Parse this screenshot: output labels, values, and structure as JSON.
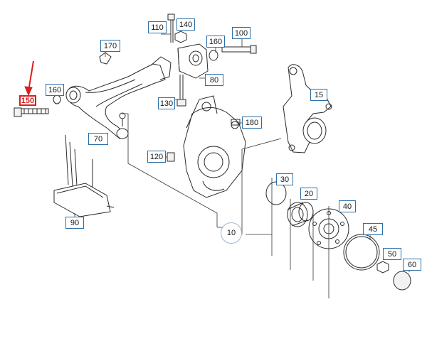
{
  "diagram": {
    "callouts": [
      {
        "id": "c110",
        "label": "110"
      },
      {
        "id": "c140",
        "label": "140"
      },
      {
        "id": "c160a",
        "label": "160"
      },
      {
        "id": "c100",
        "label": "100"
      },
      {
        "id": "c170",
        "label": "170"
      },
      {
        "id": "c80",
        "label": "80"
      },
      {
        "id": "c160b",
        "label": "160"
      },
      {
        "id": "c150",
        "label": "150"
      },
      {
        "id": "c130",
        "label": "130"
      },
      {
        "id": "c15",
        "label": "15"
      },
      {
        "id": "c180",
        "label": "180"
      },
      {
        "id": "c70",
        "label": "70"
      },
      {
        "id": "c120",
        "label": "120"
      },
      {
        "id": "c30",
        "label": "30"
      },
      {
        "id": "c20",
        "label": "20"
      },
      {
        "id": "c40",
        "label": "40"
      },
      {
        "id": "c90",
        "label": "90"
      },
      {
        "id": "c10",
        "label": "10"
      },
      {
        "id": "c45",
        "label": "45"
      },
      {
        "id": "c50",
        "label": "50"
      },
      {
        "id": "c60",
        "label": "60"
      }
    ],
    "highlight_color": "#d81e1e",
    "callout_border_color": "#2b6fa8",
    "line_color": "#333333"
  }
}
